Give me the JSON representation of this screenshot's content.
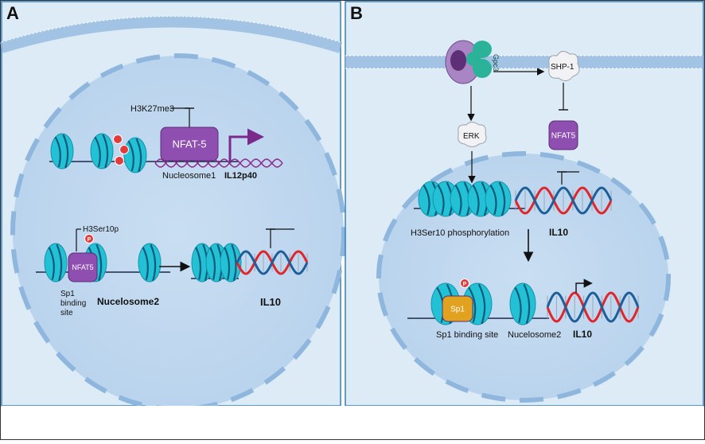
{
  "panel_a": {
    "letter": "A",
    "h3k27": "H3K27me3",
    "nfat5_big": "NFAT-5",
    "nucleosome1": "Nucleosome1",
    "il12": "IL12p40",
    "h3ser10p": "H3Ser10p",
    "nfat5_small": "NFAT5",
    "sp1_l1": "Sp1",
    "sp1_l2": "binding",
    "sp1_l3": "site",
    "nucleosome2": "Nucelosome2",
    "il10": "IL10",
    "p_mark": "P"
  },
  "panel_b": {
    "letter": "B",
    "gpr": "Gpc3",
    "shp1": "SHP-1",
    "nfat5": "NFAT5",
    "erk": "ERK",
    "h3ser10": "H3Ser10 phosphorylation",
    "il10_top": "IL10",
    "sp1": "Sp1",
    "sp1_site": "Sp1 binding site",
    "nucleosome2": "Nucelosome2",
    "il10_bottom": "IL10",
    "p_mark": "P"
  },
  "colors": {
    "cell_bg": "#dcebf6",
    "nucleus": "#bcd6ee",
    "membrane": "#8fb6dd",
    "nucleosome": "#22c1d6",
    "nfat": "#8e4fb0",
    "sp1": "#e0a21f",
    "dna_red": "#e0262a",
    "dna_blue": "#1c5f9a",
    "border": "#2f7fc0"
  }
}
